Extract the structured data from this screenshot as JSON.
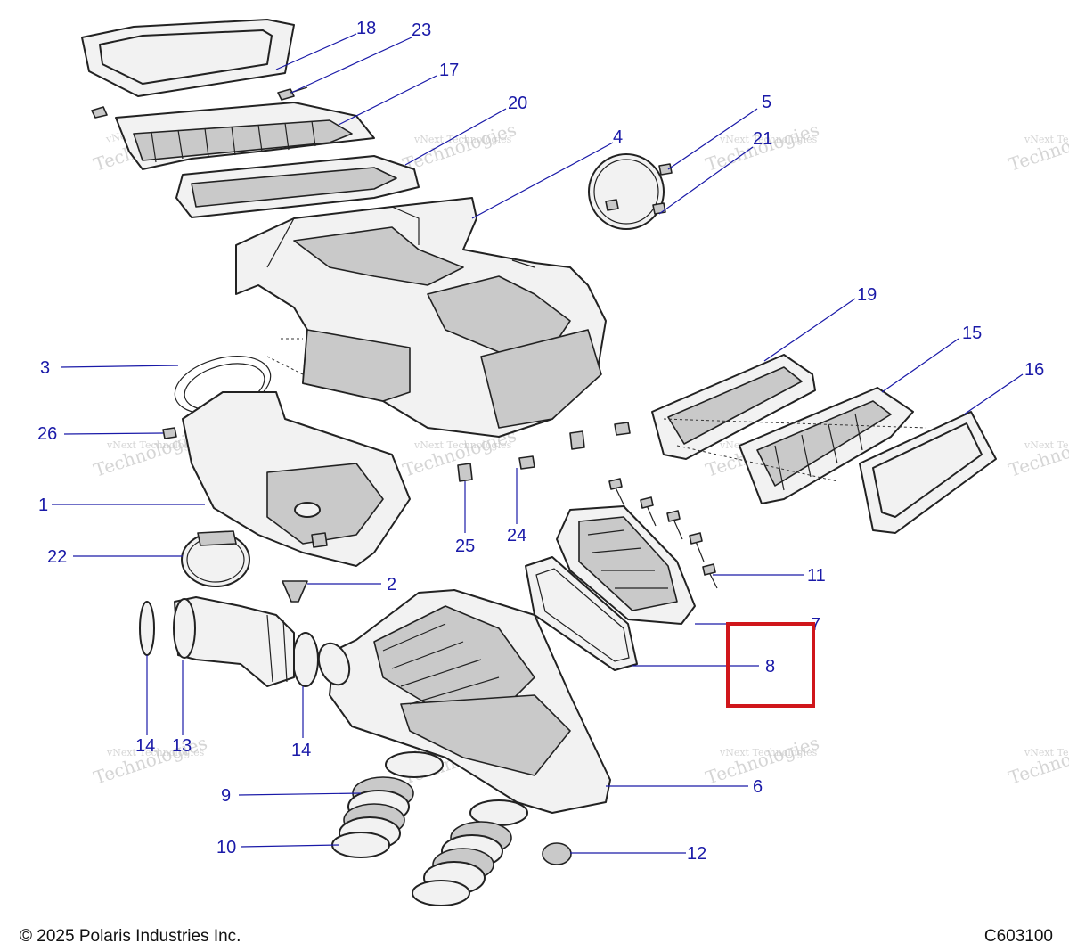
{
  "diagram": {
    "callouts": [
      "18",
      "23",
      "17",
      "20",
      "4",
      "5",
      "21",
      "19",
      "15",
      "16",
      "3",
      "26",
      "1",
      "22",
      "2",
      "25",
      "24",
      "11",
      "7",
      "8",
      "14",
      "13",
      "14",
      "9",
      "10",
      "6",
      "12"
    ],
    "highlight_color": "#d0161b",
    "callout_color": "#1a1aa8",
    "highlighted_callout": "8"
  },
  "watermark": {
    "line1": "vNext Technologies",
    "line2": "vNext",
    "line3": "Technologies"
  },
  "footer": {
    "copyright": "© 2025 Polaris Industries Inc.",
    "code": "C603100"
  }
}
